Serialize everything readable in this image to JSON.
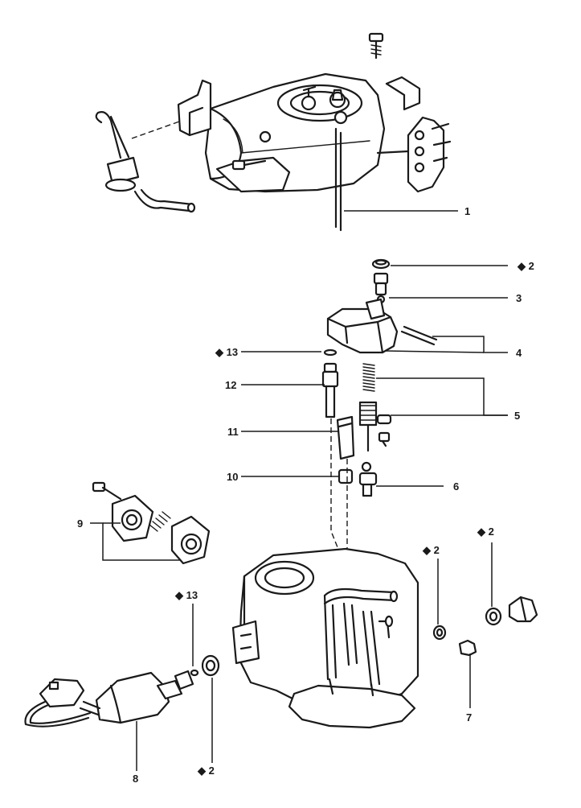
{
  "callouts": {
    "c1": "1",
    "c2a": "◆ 2",
    "c3": "3",
    "c4": "4",
    "c13a": "◆ 13",
    "c12": "12",
    "c5": "5",
    "c11": "11",
    "c10": "10",
    "c6": "6",
    "c9": "9",
    "c2b": "◆ 2",
    "c2c": "◆ 2",
    "c13b": "◆ 13",
    "c7": "7",
    "c8": "8",
    "c2d": "◆ 2"
  }
}
